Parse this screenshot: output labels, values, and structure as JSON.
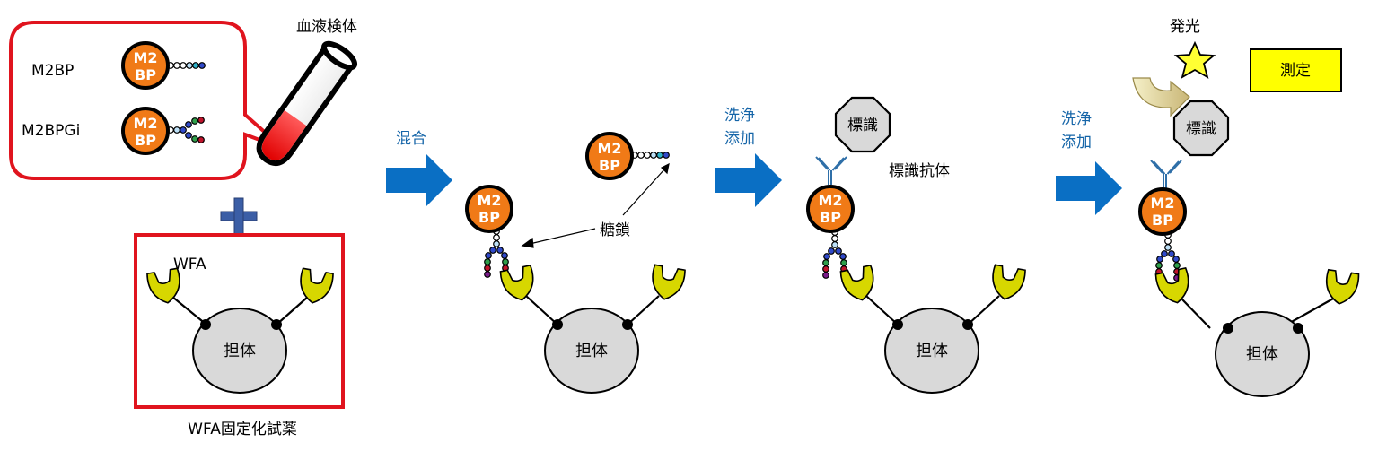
{
  "sample": {
    "tube_label": "血液検体",
    "m2bp_label": "M2BP",
    "m2bpgi_label": "M2BPGi",
    "protein_line1": "M2",
    "protein_line2": "BP"
  },
  "reagent": {
    "wfa_label": "WFA",
    "carrier_label": "担体",
    "caption": "WFA固定化試薬"
  },
  "steps": {
    "mix_label": "混合",
    "wash_line1": "洗浄",
    "wash_line2": "添加"
  },
  "labels": {
    "sugar_chain": "糖鎖",
    "tag": "標識",
    "labeled_antibody": "標識抗体",
    "emission": "発光",
    "measure": "測定"
  },
  "colors": {
    "protein": "#f07a17",
    "callout_border": "#e0141e",
    "arrow": "#0a6fc4",
    "plus": "#3b5ea6",
    "lectin": "#d7d700",
    "measure_box": "#ffff00",
    "carrier": "#d9d9d9",
    "antibody": "#2f6fa8",
    "star": "#ffff33"
  }
}
